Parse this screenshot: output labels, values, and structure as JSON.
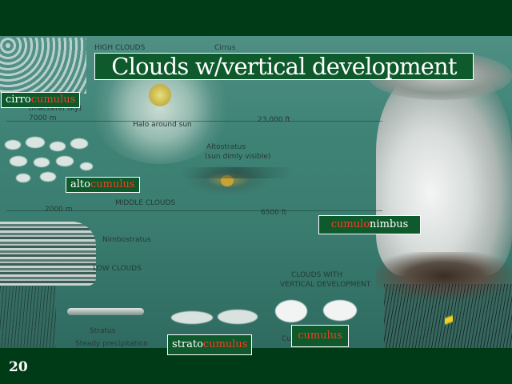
{
  "title": "Clouds w/vertical development",
  "slide_number": "20",
  "labels": {
    "cirrocumulus": {
      "part1": "cirro",
      "part2": "cumulus"
    },
    "altocumulus": {
      "part1": "alto",
      "part2": "cumulus"
    },
    "cumulonimbus": {
      "part1": "cumulo",
      "part2": "nimbus"
    },
    "stratocumulus": {
      "part1": "strato",
      "part2": "cumulus"
    },
    "cumulus": "cumulus"
  },
  "image_text": {
    "high_clouds": "HIGH CLOUDS",
    "cirrus": "Cirrus",
    "mackerel_sky": "(mackerel sky)",
    "alt_7000m": "7000 m",
    "halo": "Halo around sun",
    "alt_23000ft": "23,000 ft",
    "altostratus": "Altostratus",
    "sun_dimly": "(sun dimly visible)",
    "alt_2000m": "2000 m",
    "middle_clouds": "MIDDLE CLOUDS",
    "alt_6500ft": "6500 ft",
    "nimbostratus": "Nimbostratus",
    "low_clouds": "LOW CLOUDS",
    "clouds_with": "CLOUDS WITH",
    "vertical_dev": "VERTICAL DEVELOPMENT",
    "stratus": "Stratus",
    "steady_precip": "Steady precipitation",
    "cu_partial": "Cu"
  },
  "colors": {
    "background": "#003b17",
    "label_box": "#0e5a2c",
    "highlight_red": "#ff3b1f",
    "text_white": "#ffffff"
  }
}
